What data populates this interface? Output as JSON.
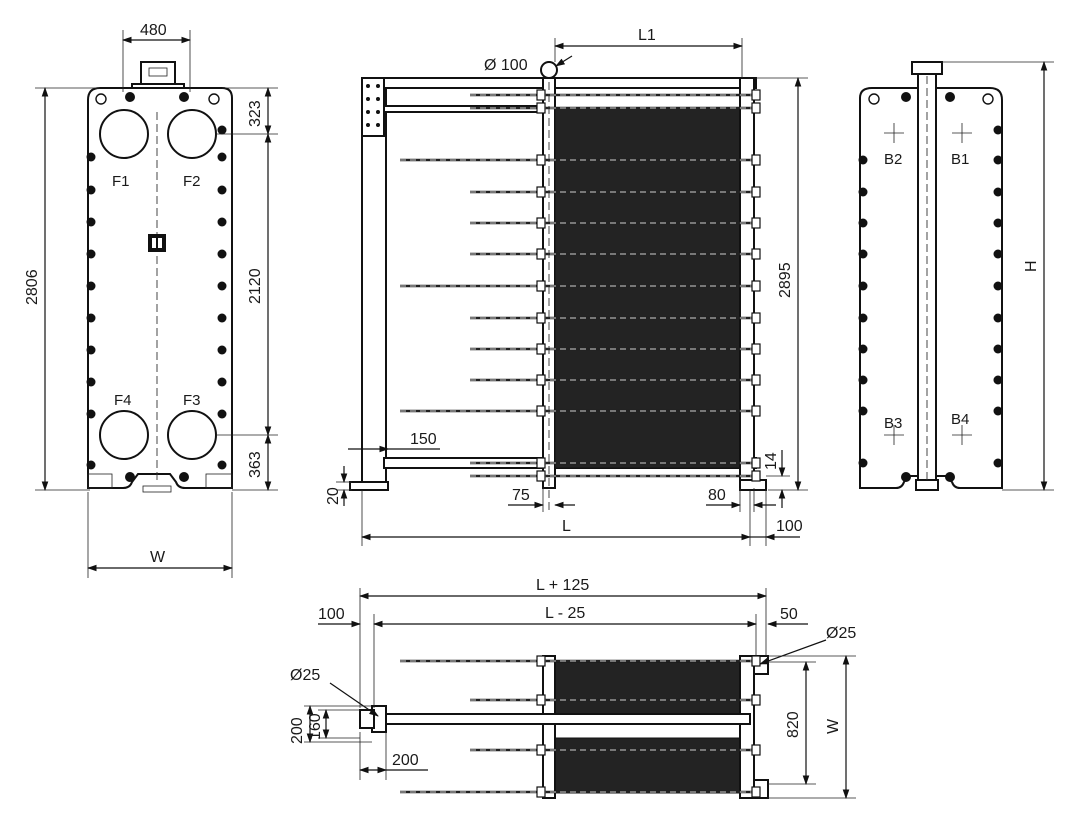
{
  "front_view": {
    "dim_480": "480",
    "dim_323": "323",
    "dim_2806": "2806",
    "dim_2120": "2120",
    "dim_363": "363",
    "dim_w": "W",
    "port_f1": "F1",
    "port_f2": "F2",
    "port_f3": "F3",
    "port_f4": "F4"
  },
  "side_view": {
    "dim_l1": "L1",
    "dim_phi100": "Ø 100",
    "dim_2895": "2895",
    "dim_150": "150",
    "dim_20": "20",
    "dim_14": "14",
    "dim_75": "75",
    "dim_80": "80",
    "dim_l": "L",
    "dim_100": "100"
  },
  "rear_view": {
    "port_b1": "B1",
    "port_b2": "B2",
    "port_b3": "B3",
    "port_b4": "B4",
    "dim_h": "H"
  },
  "top_view": {
    "dim_l_plus_125": "L + 125",
    "dim_l_minus_25": "L - 25",
    "dim_100": "100",
    "dim_50": "50",
    "dim_phi25_right": "Ø25",
    "dim_phi25_left": "Ø25",
    "dim_820": "820",
    "dim_w": "W",
    "dim_200_vertical": "200",
    "dim_160": "160",
    "dim_200_horizontal": "200"
  },
  "colors": {
    "line": "#111111",
    "plate_pack": "#232323",
    "background": "#ffffff"
  }
}
